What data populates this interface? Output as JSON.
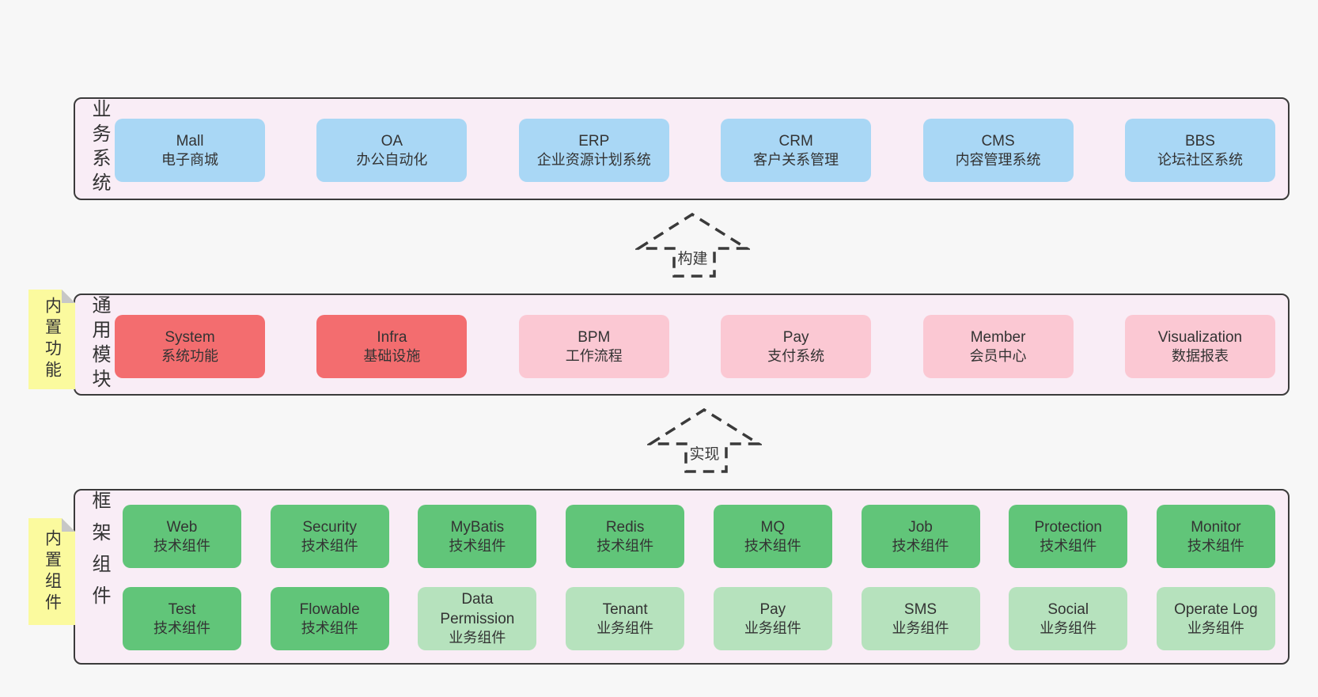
{
  "colors": {
    "page_bg": "#f7f7f7",
    "band_bg": "#f9edf6",
    "border": "#3b3b3b",
    "box_blue": "#a9d7f5",
    "box_red": "#f36d6f",
    "box_pink": "#fbc8d3",
    "box_green_dark": "#61c579",
    "box_green_light": "#b6e2bd",
    "sticky_yellow": "#fbfa9e",
    "sticky_fold_gray": "#c7c7c7"
  },
  "arrows": [
    {
      "label": "构建"
    },
    {
      "label": "实现"
    }
  ],
  "business": {
    "label": "业务系统",
    "boxes": [
      {
        "title": "Mall",
        "subtitle": "电子商城"
      },
      {
        "title": "OA",
        "subtitle": "办公自动化"
      },
      {
        "title": "ERP",
        "subtitle": "企业资源计划系统"
      },
      {
        "title": "CRM",
        "subtitle": "客户关系管理"
      },
      {
        "title": "CMS",
        "subtitle": "内容管理系统"
      },
      {
        "title": "BBS",
        "subtitle": "论坛社区系统"
      }
    ]
  },
  "modules": {
    "label": "通用模块",
    "sticky": "内置功能",
    "boxes": [
      {
        "title": "System",
        "subtitle": "系统功能",
        "variant": "red"
      },
      {
        "title": "Infra",
        "subtitle": "基础设施",
        "variant": "red"
      },
      {
        "title": "BPM",
        "subtitle": "工作流程",
        "variant": "pink"
      },
      {
        "title": "Pay",
        "subtitle": "支付系统",
        "variant": "pink"
      },
      {
        "title": "Member",
        "subtitle": "会员中心",
        "variant": "pink"
      },
      {
        "title": "Visualization",
        "subtitle": "数据报表",
        "variant": "pink"
      }
    ]
  },
  "framework": {
    "label": "框架组件",
    "sticky": "内置组件",
    "row1": [
      {
        "title": "Web",
        "subtitle": "技术组件",
        "variant": "green-dark"
      },
      {
        "title": "Security",
        "subtitle": "技术组件",
        "variant": "green-dark"
      },
      {
        "title": "MyBatis",
        "subtitle": "技术组件",
        "variant": "green-dark"
      },
      {
        "title": "Redis",
        "subtitle": "技术组件",
        "variant": "green-dark"
      },
      {
        "title": "MQ",
        "subtitle": "技术组件",
        "variant": "green-dark"
      },
      {
        "title": "Job",
        "subtitle": "技术组件",
        "variant": "green-dark"
      },
      {
        "title": "Protection",
        "subtitle": "技术组件",
        "variant": "green-dark"
      },
      {
        "title": "Monitor",
        "subtitle": "技术组件",
        "variant": "green-dark"
      }
    ],
    "row2": [
      {
        "title": "Test",
        "subtitle": "技术组件",
        "variant": "green-dark"
      },
      {
        "title": "Flowable",
        "subtitle": "技术组件",
        "variant": "green-dark"
      },
      {
        "title": "Data Permission",
        "subtitle": "业务组件",
        "variant": "green-light"
      },
      {
        "title": "Tenant",
        "subtitle": "业务组件",
        "variant": "green-light"
      },
      {
        "title": "Pay",
        "subtitle": "业务组件",
        "variant": "green-light"
      },
      {
        "title": "SMS",
        "subtitle": "业务组件",
        "variant": "green-light"
      },
      {
        "title": "Social",
        "subtitle": "业务组件",
        "variant": "green-light"
      },
      {
        "title": "Operate Log",
        "subtitle": "业务组件",
        "variant": "green-light"
      }
    ]
  }
}
